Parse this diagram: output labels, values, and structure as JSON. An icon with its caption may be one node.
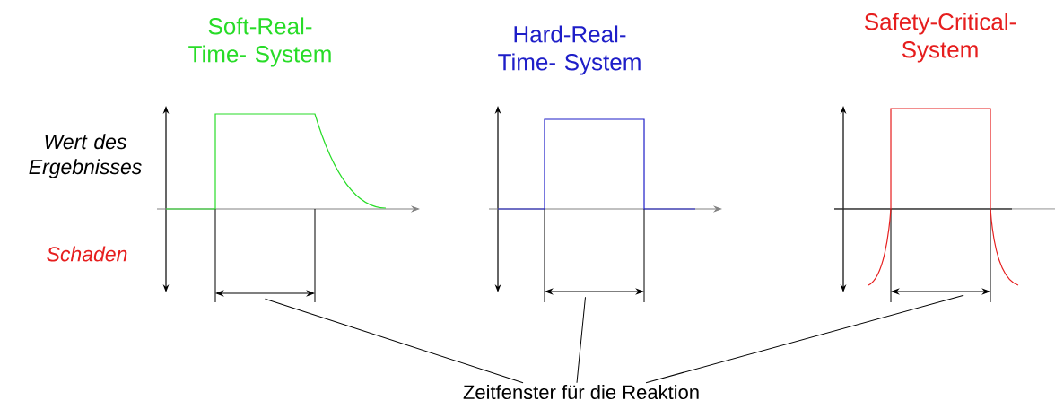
{
  "diagram": {
    "nodes": [
      {
        "text": [
          "Zeitfenster für die Reaktion"
        ]
      },
      {
        "text": [],
        "shape": "arrow"
      },
      {
        "text": [],
        "shape": "arrow"
      },
      {
        "text": [],
        "shape": "arrow"
      }
    ],
    "edges": [
      {
        "from": 0,
        "to": 1,
        "arrow": "none"
      },
      {
        "from": 0,
        "to": 2,
        "arrow": "none"
      },
      {
        "from": 0,
        "to": 3,
        "arrow": "none"
      }
    ],
    "labels": [
      "Soft-Real-Time- System",
      "Hard-Real-Time- System",
      "Safety-Critical- System",
      "Wert des Ergebnisses",
      "Schaden"
    ]
  }
}
